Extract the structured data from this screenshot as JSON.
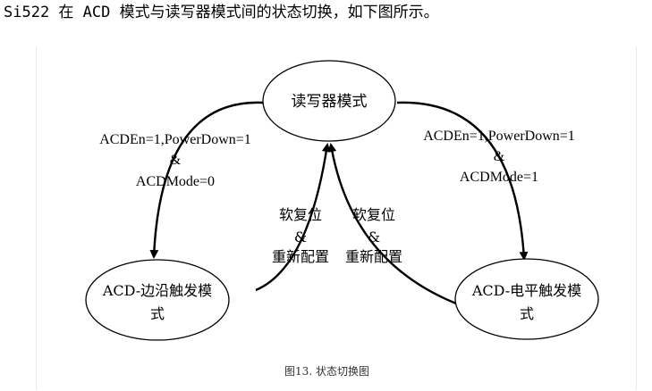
{
  "intro_text": "Si522 在 ACD 模式与读写器模式间的状态切换，如下图所示。",
  "states": {
    "reader": {
      "label": "读写器模式"
    },
    "edge": {
      "line1": "ACD-边沿触发模",
      "line2": "式"
    },
    "level": {
      "line1": "ACD-电平触发模",
      "line2": "式"
    }
  },
  "transitions": {
    "to_edge": {
      "line1": "ACDEn=1,PowerDown=1",
      "line2": "&",
      "line3": "ACDMode=0"
    },
    "to_level": {
      "line1": "ACDEn=1,PowerDown=1",
      "line2": "&",
      "line3": "ACDMode=1"
    },
    "edge_reset": {
      "line1": "软复位",
      "line2": "&",
      "line3": "重新配置"
    },
    "level_reset": {
      "line1": "软复位",
      "line2": "&",
      "line3": "重新配置"
    }
  },
  "caption": "图13.  状态切换图"
}
